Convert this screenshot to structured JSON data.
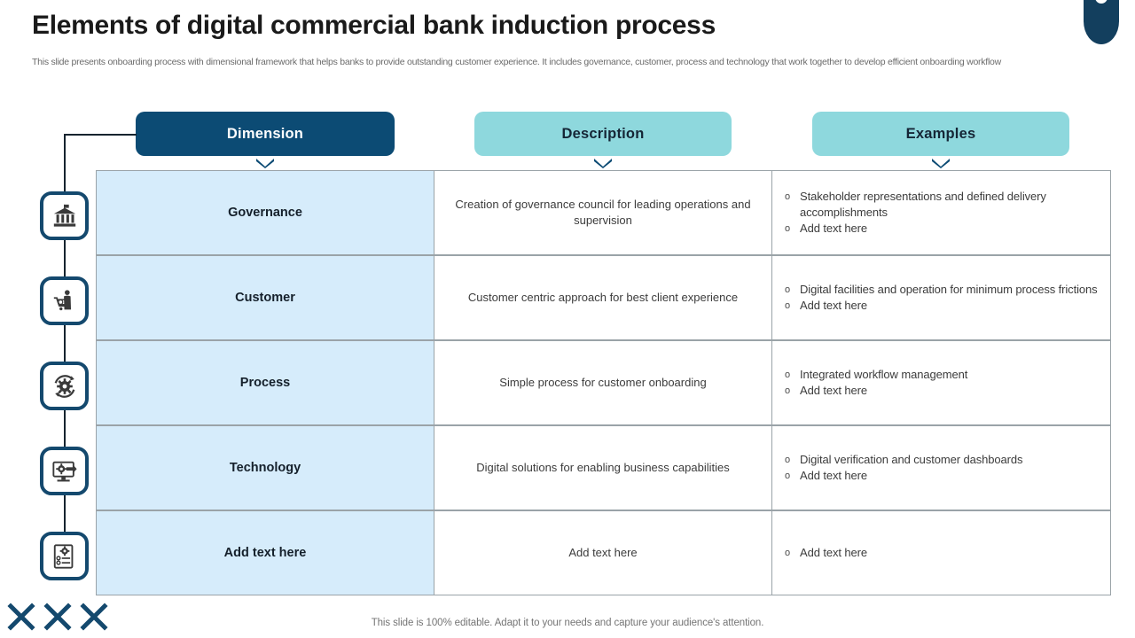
{
  "slide": {
    "title": "Elements of digital commercial bank induction process",
    "subtitle": "This slide presents onboarding process with dimensional framework that helps banks to provide outstanding customer experience. It includes governance, customer, process and technology that work together to develop efficient onboarding workflow",
    "footer_note": "This slide is 100% editable. Adapt it to your needs and capture your audience's attention."
  },
  "colors": {
    "navy": "#0c4b74",
    "teal": "#8ed8dd",
    "cell_blue": "#d6ecfb",
    "border_gray": "#9aa3a8",
    "icon_border": "#14496e",
    "pin": "#133f5e",
    "text_dark": "#15202b",
    "text_body": "#3c3c3c",
    "text_muted": "#757575"
  },
  "headers": [
    {
      "label": "Dimension",
      "style": "navy"
    },
    {
      "label": "Description",
      "style": "teal"
    },
    {
      "label": "Examples",
      "style": "teal"
    }
  ],
  "icons": [
    {
      "name": "bank-icon"
    },
    {
      "name": "customer-cart-icon"
    },
    {
      "name": "process-gear-cycle-icon"
    },
    {
      "name": "technology-monitor-gear-icon"
    },
    {
      "name": "document-settings-icon"
    }
  ],
  "rows": [
    {
      "dimension": "Governance",
      "description": "Creation of governance council for leading operations and supervision",
      "examples": [
        "Stakeholder representations and defined delivery accomplishments",
        "Add text here"
      ]
    },
    {
      "dimension": "Customer",
      "description": "Customer centric approach for best client experience",
      "examples": [
        "Digital facilities and operation for minimum process frictions",
        "Add text here"
      ]
    },
    {
      "dimension": "Process",
      "description": "Simple process for customer onboarding",
      "examples": [
        "Integrated workflow management",
        "Add text here"
      ]
    },
    {
      "dimension": "Technology",
      "description": "Digital solutions for enabling business capabilities",
      "examples": [
        "Digital verification and customer dashboards",
        "Add text here"
      ]
    },
    {
      "dimension": "Add text here",
      "description": "Add text here",
      "examples": [
        "Add text here"
      ]
    }
  ],
  "bullet_marker": "o"
}
